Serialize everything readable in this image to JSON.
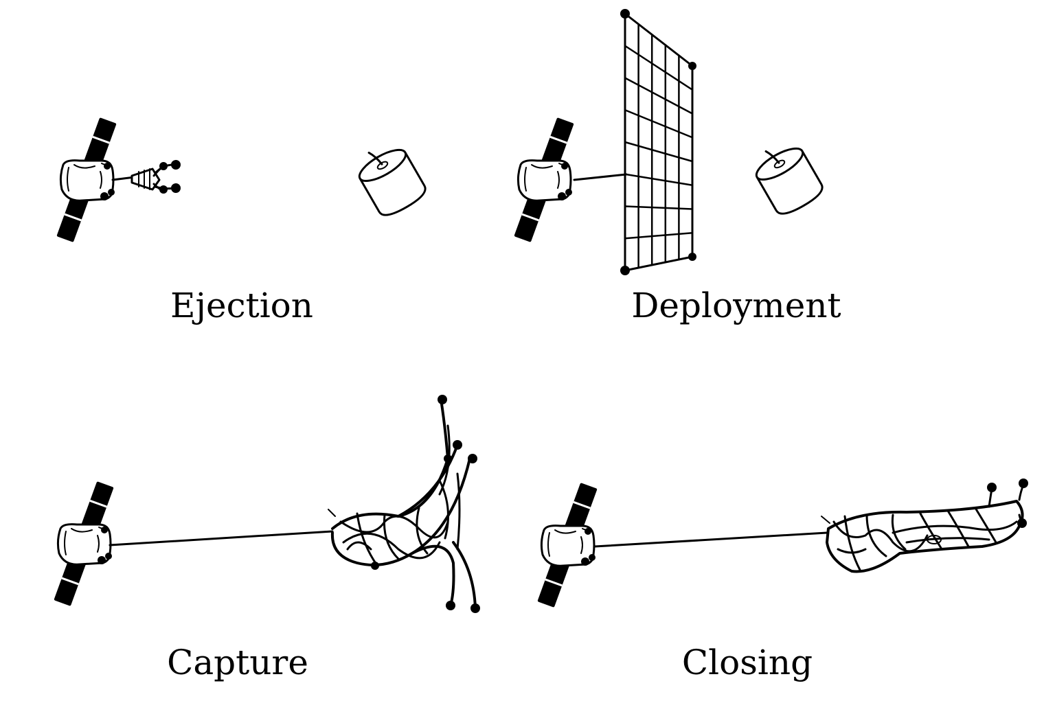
{
  "stages": [
    {
      "id": "ejection",
      "label": "Ejection"
    },
    {
      "id": "deployment",
      "label": "Deployment"
    },
    {
      "id": "capture",
      "label": "Capture"
    },
    {
      "id": "closing",
      "label": "Closing"
    }
  ],
  "colors": {
    "ink": "#000000",
    "background": "#ffffff"
  },
  "icons": {
    "chaser": "satellite-icon",
    "target": "debris-icon",
    "net": "net-icon"
  }
}
